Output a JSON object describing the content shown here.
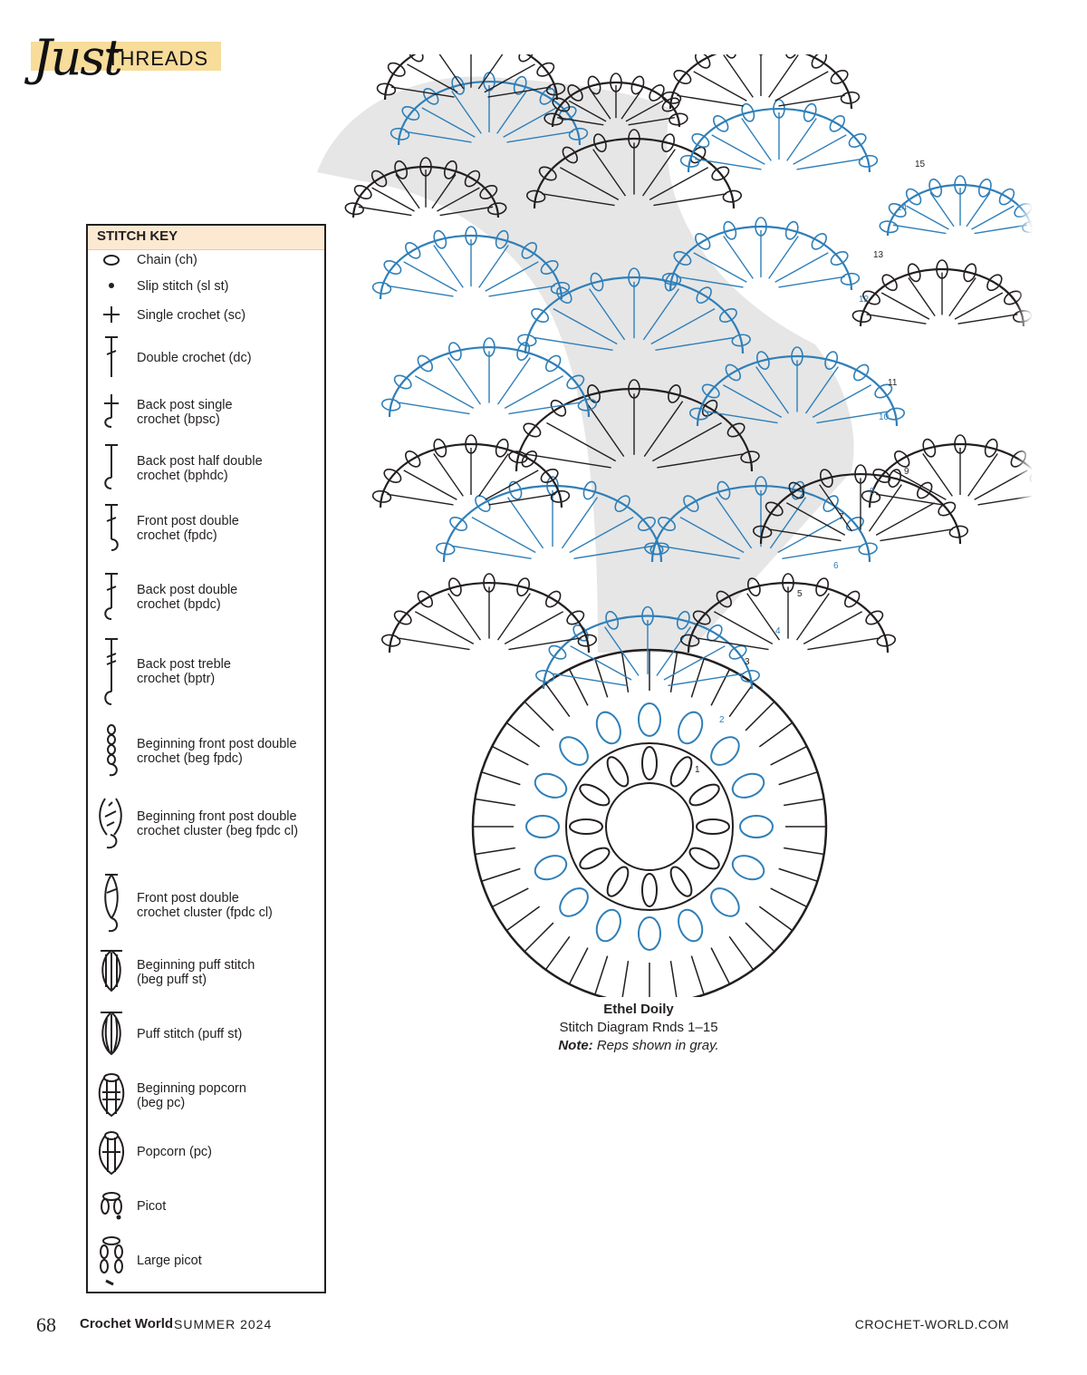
{
  "header": {
    "script_text": "Just",
    "caps_text": "THREADS"
  },
  "stitch_key": {
    "title": "STITCH KEY",
    "items": [
      {
        "icon": "chain-icon",
        "label": "Chain (ch)"
      },
      {
        "icon": "slip-stitch-icon",
        "label": "Slip stitch (sl st)"
      },
      {
        "icon": "single-crochet-icon",
        "label": "Single crochet (sc)"
      },
      {
        "icon": "double-crochet-icon",
        "label": "Double crochet (dc)"
      },
      {
        "icon": "back-post-single-crochet-icon",
        "label": "Back post single\ncrochet (bpsc)"
      },
      {
        "icon": "back-post-half-double-crochet-icon",
        "label": "Back post half double\ncrochet (bphdc)"
      },
      {
        "icon": "front-post-double-crochet-icon",
        "label": "Front post double\ncrochet (fpdc)"
      },
      {
        "icon": "back-post-double-crochet-icon",
        "label": "Back post double\ncrochet (bpdc)"
      },
      {
        "icon": "back-post-treble-crochet-icon",
        "label": "Back post treble\ncrochet (bptr)"
      },
      {
        "icon": "beginning-front-post-double-crochet-icon",
        "label": "Beginning front post double\ncrochet (beg fpdc)"
      },
      {
        "icon": "beginning-front-post-double-crochet-cluster-icon",
        "label": "Beginning front post double\ncrochet cluster (beg fpdc cl)"
      },
      {
        "icon": "front-post-double-crochet-cluster-icon",
        "label": "Front post double\ncrochet cluster (fpdc cl)"
      },
      {
        "icon": "beginning-puff-stitch-icon",
        "label": "Beginning puff stitch\n(beg puff st)"
      },
      {
        "icon": "puff-stitch-icon",
        "label": "Puff stitch (puff st)"
      },
      {
        "icon": "beginning-popcorn-icon",
        "label": "Beginning popcorn\n(beg pc)"
      },
      {
        "icon": "popcorn-icon",
        "label": "Popcorn (pc)"
      },
      {
        "icon": "picot-icon",
        "label": "Picot"
      },
      {
        "icon": "large-picot-icon",
        "label": "Large picot"
      }
    ]
  },
  "diagram": {
    "colors": {
      "black_rounds": "#231f20",
      "blue_rounds": "#2f7fb8",
      "rep_gray": "#e6e6e6"
    },
    "round_labels": [
      "1",
      "2",
      "3",
      "4",
      "5",
      "6",
      "7",
      "8",
      "9",
      "10",
      "11",
      "12",
      "13",
      "14",
      "15"
    ]
  },
  "caption": {
    "title": "Ethel Doily",
    "subtitle": "Stitch Diagram Rnds 1–15",
    "note_label": "Note:",
    "note_text": "Reps shown in gray."
  },
  "footer": {
    "page_number": "68",
    "magazine": "Crochet World",
    "issue": "SUMMER 2024",
    "url": "CROCHET-WORLD.COM"
  }
}
